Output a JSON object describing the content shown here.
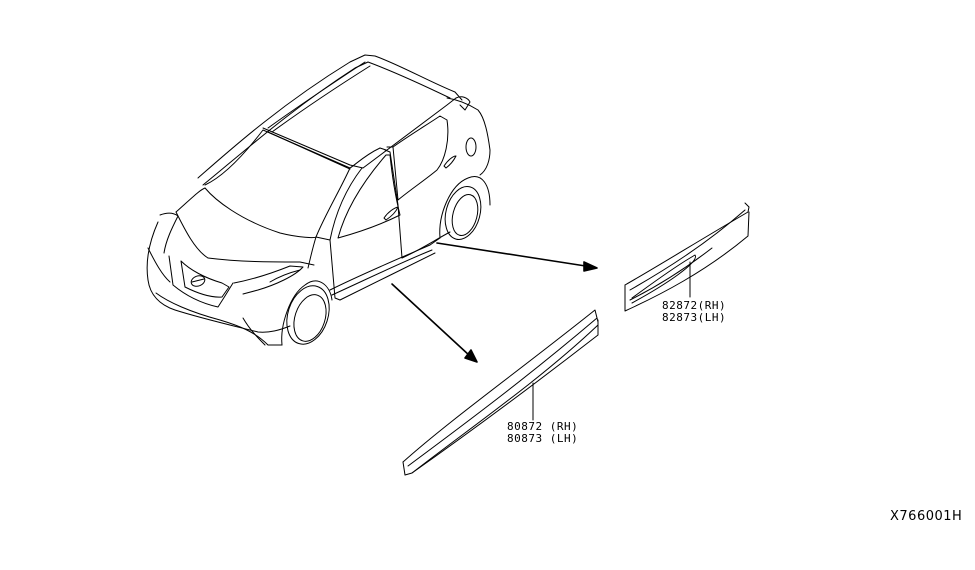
{
  "diagram": {
    "type": "parts-exploded-view",
    "subject": "vehicle-side-sill-moldings",
    "line_color": "#000000",
    "background_color": "#ffffff"
  },
  "parts": [
    {
      "name": "upper-side-molding",
      "labels": [
        "82872(RH)",
        "82873(LH)"
      ]
    },
    {
      "name": "lower-side-sill-molding",
      "labels": [
        "80872 (RH)",
        "80873 (LH)"
      ]
    }
  ],
  "diagram_id": "X766001H"
}
